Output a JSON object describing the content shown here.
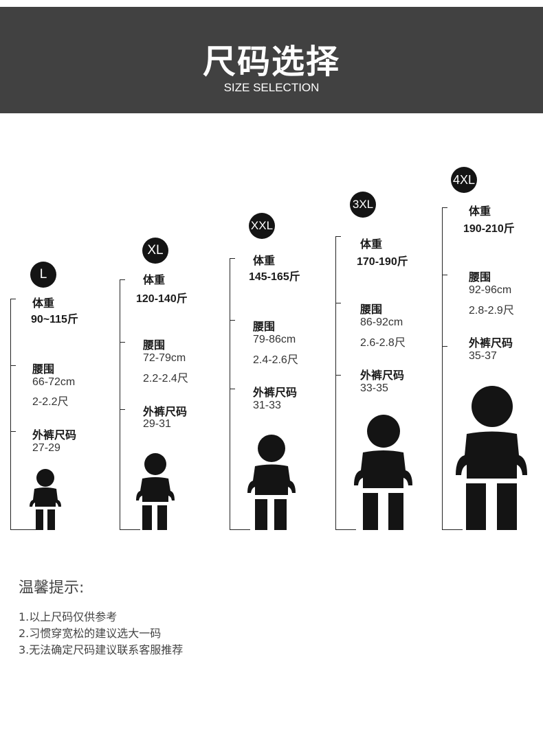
{
  "header": {
    "title": "尺码选择",
    "subtitle": "SIZE SELECTION"
  },
  "sizes": [
    {
      "badge": "L",
      "weight_label": "体重",
      "weight": "90~115斤",
      "waist_label": "腰围",
      "waist_cm": "66-72cm",
      "waist_chi": "2-2.2尺",
      "pants_label": "外裤尺码",
      "pants": "27-29"
    },
    {
      "badge": "XL",
      "weight_label": "体重",
      "weight": "120-140斤",
      "waist_label": "腰围",
      "waist_cm": "72-79cm",
      "waist_chi": "2.2-2.4尺",
      "pants_label": "外裤尺码",
      "pants": "29-31"
    },
    {
      "badge": "XXL",
      "weight_label": "体重",
      "weight": "145-165斤",
      "waist_label": "腰围",
      "waist_cm": "79-86cm",
      "waist_chi": "2.4-2.6尺",
      "pants_label": "外裤尺码",
      "pants": "31-33"
    },
    {
      "badge": "3XL",
      "weight_label": "体重",
      "weight": "170-190斤",
      "waist_label": "腰围",
      "waist_cm": "86-92cm",
      "waist_chi": "2.6-2.8尺",
      "pants_label": "外裤尺码",
      "pants": "33-35"
    },
    {
      "badge": "4XL",
      "weight_label": "体重",
      "weight": "190-210斤",
      "waist_label": "腰围",
      "waist_cm": "92-96cm",
      "waist_chi": "2.8-2.9尺",
      "pants_label": "外裤尺码",
      "pants": "35-37"
    }
  ],
  "tips": {
    "title": "温馨提示:",
    "items": [
      "1.以上尺码仅供参考",
      "2.习惯穿宽松的建议选大一码",
      "3.无法确定尺码建议联系客服推荐"
    ]
  },
  "colors": {
    "header_bg": "#414141",
    "ink": "#141414"
  },
  "icons": {
    "figure": "person-silhouette-icon"
  }
}
